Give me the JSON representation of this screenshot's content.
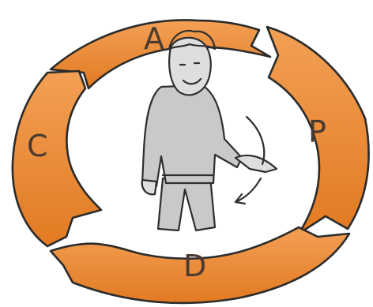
{
  "cycle": {
    "segments": [
      {
        "id": "a",
        "letter": "A"
      },
      {
        "id": "p",
        "letter": "P"
      },
      {
        "id": "d",
        "letter": "D"
      },
      {
        "id": "c",
        "letter": "C"
      }
    ]
  },
  "colors": {
    "segment_fill": "#ef8a2e",
    "segment_highlight": "#f6b06a",
    "outline": "#2b2b2b",
    "figure_grey": "#c9c9c9"
  },
  "icons": {
    "figure": "presenter-figure",
    "arrow": "curved-arrow"
  }
}
